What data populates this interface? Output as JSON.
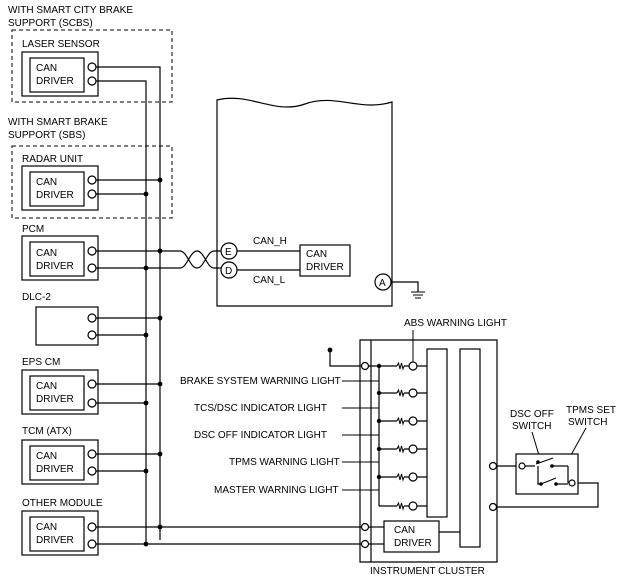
{
  "groups": {
    "scbs": {
      "line1": "WITH SMART CITY BRAKE",
      "line2": "SUPPORT (SCBS)"
    },
    "sbs": {
      "line1": "WITH SMART BRAKE",
      "line2": "SUPPORT (SBS)"
    }
  },
  "modules": {
    "laser": {
      "title": "LASER SENSOR",
      "line1": "CAN",
      "line2": "DRIVER"
    },
    "radar": {
      "title": "RADAR UNIT",
      "line1": "CAN",
      "line2": "DRIVER"
    },
    "pcm": {
      "title": "PCM",
      "line1": "CAN",
      "line2": "DRIVER"
    },
    "dlc": {
      "title": "DLC-2"
    },
    "eps": {
      "title": "EPS CM",
      "line1": "CAN",
      "line2": "DRIVER"
    },
    "tcm": {
      "title": "TCM (ATX)",
      "line1": "CAN",
      "line2": "DRIVER"
    },
    "other": {
      "title": "OTHER MODULE",
      "line1": "CAN",
      "line2": "DRIVER"
    }
  },
  "central": {
    "can_h": "CAN_H",
    "can_l": "CAN_L",
    "driver_line1": "CAN",
    "driver_line2": "DRIVER",
    "terminal_e": "E",
    "terminal_d": "D",
    "terminal_a": "A"
  },
  "cluster": {
    "label": "INSTRUMENT CLUSTER",
    "driver_line1": "CAN",
    "driver_line2": "DRIVER",
    "lights": [
      "ABS WARNING LIGHT",
      "BRAKE SYSTEM WARNING LIGHT",
      "TCS/DSC INDICATOR LIGHT",
      "DSC OFF INDICATOR LIGHT",
      "TPMS WARNING LIGHT",
      "MASTER WARNING LIGHT"
    ]
  },
  "switches": {
    "dsc_off": {
      "line1": "DSC OFF",
      "line2": "SWITCH"
    },
    "tpms_set": {
      "line1": "TPMS SET",
      "line2": "SWITCH"
    }
  }
}
